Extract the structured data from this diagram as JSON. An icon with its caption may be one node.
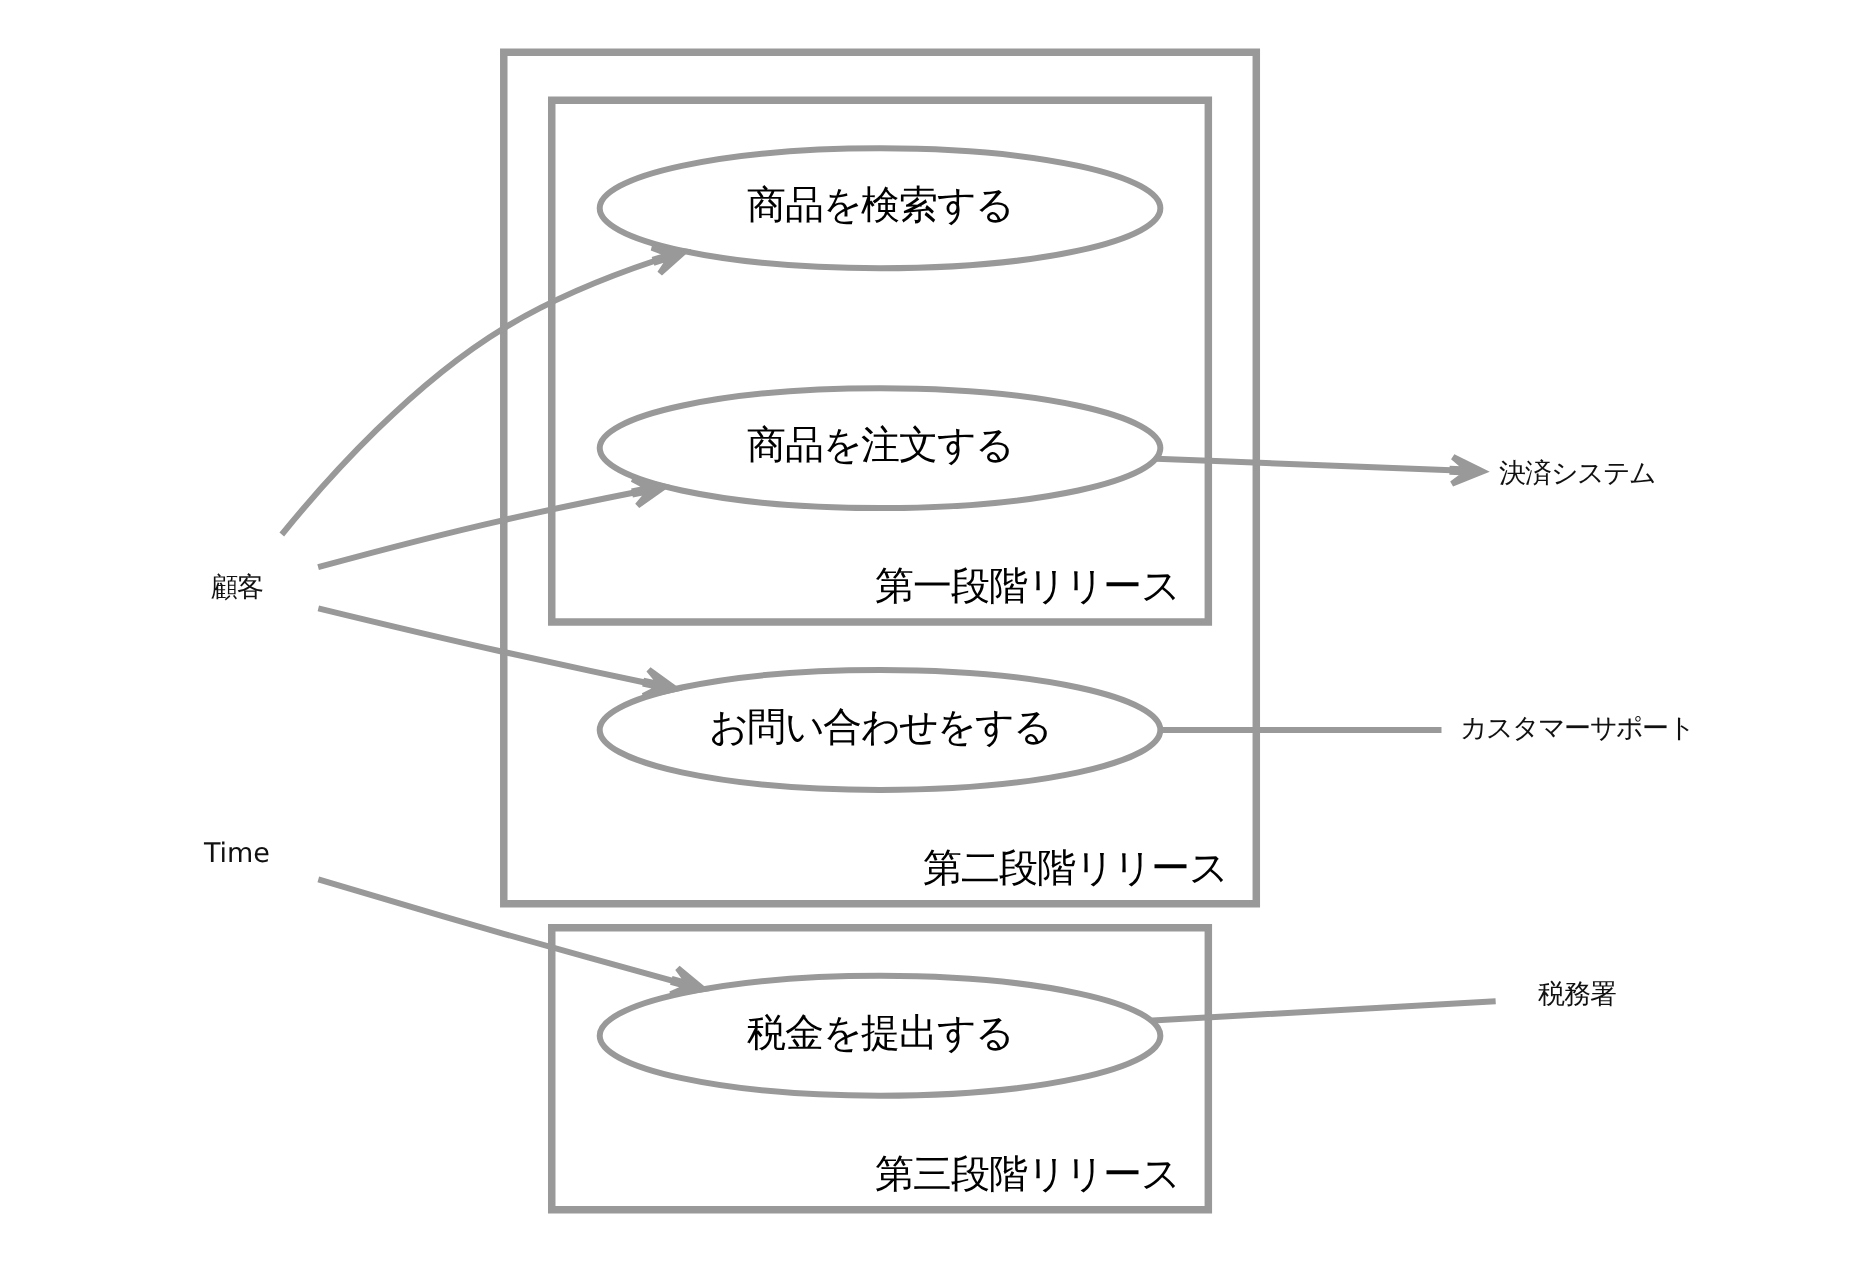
{
  "diagram": {
    "nodes": [
      {
        "text": [
          "顧客"
        ]
      },
      {
        "text": [
          "第二段階リリース"
        ]
      },
      {
        "text": [
          "第一段階リリース"
        ],
        "in": 1
      },
      {
        "text": [
          "商品を検索する"
        ],
        "in": 2
      },
      {
        "text": [
          "商品を注文する"
        ],
        "in": 2
      },
      {
        "text": [
          "お問い合わせをする"
        ],
        "in": 1
      },
      {
        "text": [
          "決済システム"
        ]
      },
      {
        "text": [
          "カスタマーサポート"
        ]
      },
      {
        "text": [
          "Time"
        ]
      },
      {
        "text": [
          "第三段階リリース"
        ]
      },
      {
        "text": [
          "税金を提出する"
        ],
        "in": 9
      },
      {
        "text": [
          "税務署"
        ]
      }
    ],
    "edges": [
      {
        "from": 0,
        "to": 3,
        "arrow": "to"
      },
      {
        "from": 0,
        "to": 4,
        "arrow": "to"
      },
      {
        "from": 0,
        "to": 5,
        "arrow": "to"
      },
      {
        "from": 4,
        "to": 6,
        "arrow": "to"
      },
      {
        "from": 5,
        "to": 7,
        "arrow": "none"
      },
      {
        "from": 8,
        "to": 10,
        "arrow": "to"
      },
      {
        "from": 10,
        "to": 11,
        "arrow": "none"
      }
    ]
  }
}
